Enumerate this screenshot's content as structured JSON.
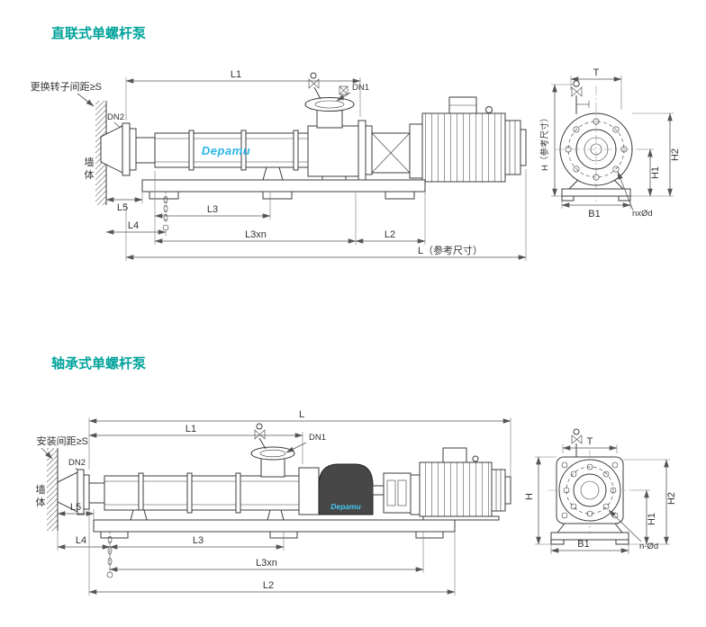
{
  "meta": {
    "background": "#ffffff",
    "accent_teal": "#00A39B",
    "logo_cyan": "#2AB5E9",
    "line_color": "#3d3d3d"
  },
  "s1": {
    "title": "直联式单螺杆泵",
    "logo": "Depamu",
    "dims": {
      "spacing": "更换转子间距≥S",
      "wall1": "墙",
      "wall2": "体",
      "dn1": "DN1",
      "dn2": "DN2",
      "l1": "L1",
      "l5": "L5",
      "l4": "L4",
      "l3": "L3",
      "l3xn": "L3xn",
      "l2": "L2",
      "lref": "L（参考尺寸）",
      "t": "T",
      "hc": "H（参考尺寸）",
      "h2": "H2",
      "h1": "H1",
      "b1": "B1",
      "nxod": "nxØd"
    }
  },
  "s2": {
    "title": "轴承式单螺杆泵",
    "logo": "Depamu",
    "dims": {
      "spacing": "安装间距≥S",
      "wall1": "墙",
      "wall2": "体",
      "dn1": "DN1",
      "dn2": "DN2",
      "l": "L",
      "l1": "L1",
      "l5": "L5",
      "l4": "L4",
      "l3": "L3",
      "l3xn": "L3xn",
      "l2": "L2",
      "t": "T",
      "h": "H",
      "h2": "H2",
      "h1": "H1",
      "b1": "B1",
      "nod": "n-Ød"
    }
  }
}
